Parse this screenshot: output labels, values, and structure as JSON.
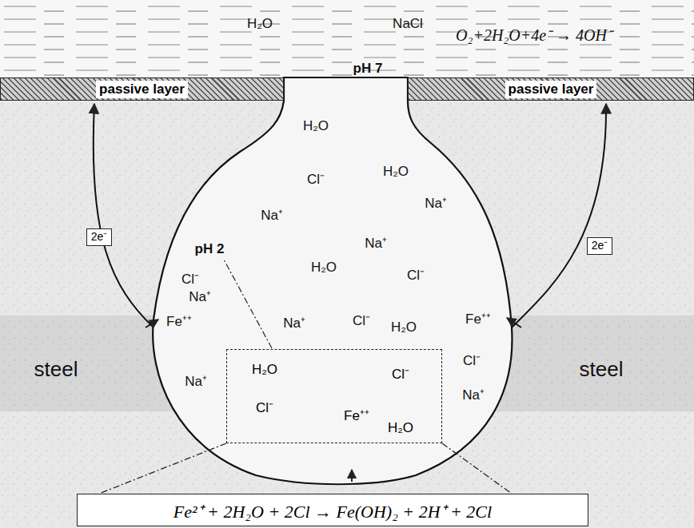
{
  "diagram": {
    "nodes": [
      {
        "text": [
          "passive layer"
        ]
      },
      {
        "text": [
          "passive layer"
        ]
      },
      {
        "text": [
          "2e⁻"
        ]
      },
      {
        "text": [
          "2e⁻"
        ]
      },
      {
        "text": [
          "H₂O",
          "Cl⁻",
          "Cl⁻",
          "H₂O",
          "Fe⁺⁺"
        ]
      },
      {
        "text": [
          "Fe²⁺ + 2H₂O + 2Cl → Fe(OH)₂ + 2H⁺ + 2Cl"
        ]
      }
    ],
    "edges": [
      {
        "from": 4,
        "to": 5,
        "arrow": "none"
      }
    ],
    "labels": [
      "H₂O",
      "NaCl",
      "O₂+2H₂O+4e⁻ → 4OH⁻",
      "pH 7",
      "H₂O",
      "Cl⁻",
      "H₂O",
      "Na⁺",
      "Na⁺",
      "Na⁺",
      "pH 2",
      "Cl⁻",
      "Na⁺",
      "H₂O",
      "Cl⁻",
      "Fe⁺⁺",
      "Na⁺",
      "Cl⁻",
      "H₂O",
      "Fe⁺⁺",
      "Cl⁻",
      "steel",
      "steel",
      "Na⁺",
      "Na⁺"
    ]
  }
}
